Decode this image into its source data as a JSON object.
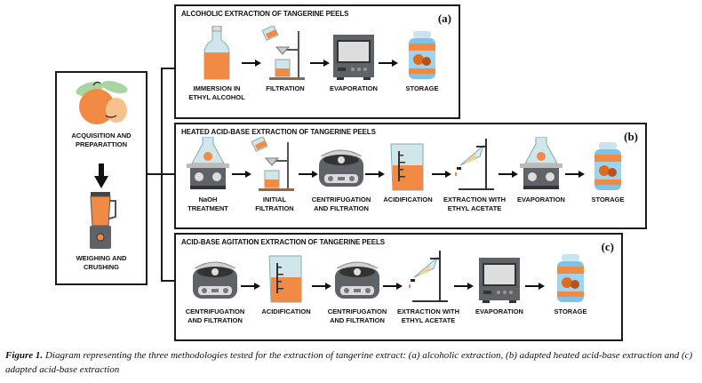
{
  "prep": {
    "step1_label": "ACQUISITION AND\nPREPARATTION",
    "step2_label": "WEIGHING AND\nCRUSHING"
  },
  "panels": {
    "a": {
      "title": "ALCOHOLIC EXTRACTION OF TANGERINE PEELS",
      "tag": "(a)",
      "steps": [
        {
          "label": "IMMERSION IN\nETHYL ALCOHOL",
          "icon": "bottle"
        },
        {
          "label": "FILTRATION",
          "icon": "filtration"
        },
        {
          "label": "EVAPORATION",
          "icon": "oven"
        },
        {
          "label": "STORAGE",
          "icon": "jar"
        }
      ]
    },
    "b": {
      "title": "HEATED ACID-BASE EXTRACTION OF TANGERINE PEELS",
      "tag": "(b)",
      "steps": [
        {
          "label": "NaOH\nTREATMENT",
          "icon": "hotplate"
        },
        {
          "label": "INITIAL\nFILTRATION",
          "icon": "filtration"
        },
        {
          "label": "CENTRIFUGATION\nAND FILTRATION",
          "icon": "centrifuge"
        },
        {
          "label": "ACIDIFICATION",
          "icon": "beaker"
        },
        {
          "label": "EXTRACTION WITH\nETHYL ACETATE",
          "icon": "sep-funnel"
        },
        {
          "label": "EVAPORATION",
          "icon": "hotplate"
        },
        {
          "label": "STORAGE",
          "icon": "jar"
        }
      ]
    },
    "c": {
      "title": "ACID-BASE AGITATION EXTRACTION OF TANGERINE PEELS",
      "tag": "(c)",
      "steps": [
        {
          "label": "CENTRIFUGATION\nAND FILTRATION",
          "icon": "centrifuge"
        },
        {
          "label": "ACIDIFICATION",
          "icon": "beaker"
        },
        {
          "label": "CENTRIFUGATION\nAND FILTRATION",
          "icon": "centrifuge"
        },
        {
          "label": "EXTRACTION WITH\nETHYL ACETATE",
          "icon": "sep-funnel"
        },
        {
          "label": "EVAPORATION",
          "icon": "oven"
        },
        {
          "label": "STORAGE",
          "icon": "jar"
        }
      ]
    }
  },
  "caption": {
    "lead": "Figure 1.",
    "text": " Diagram representing the three methodologies tested for the extraction of tangerine extract: (a) alcoholic extraction, (b) adapted heated acid-base extraction and (c) adapted acid-base extraction"
  },
  "colors": {
    "orange": "#f08a45",
    "glass": "#cfe6ea",
    "grey": "#5f6266",
    "line": "#1a1a1a"
  }
}
